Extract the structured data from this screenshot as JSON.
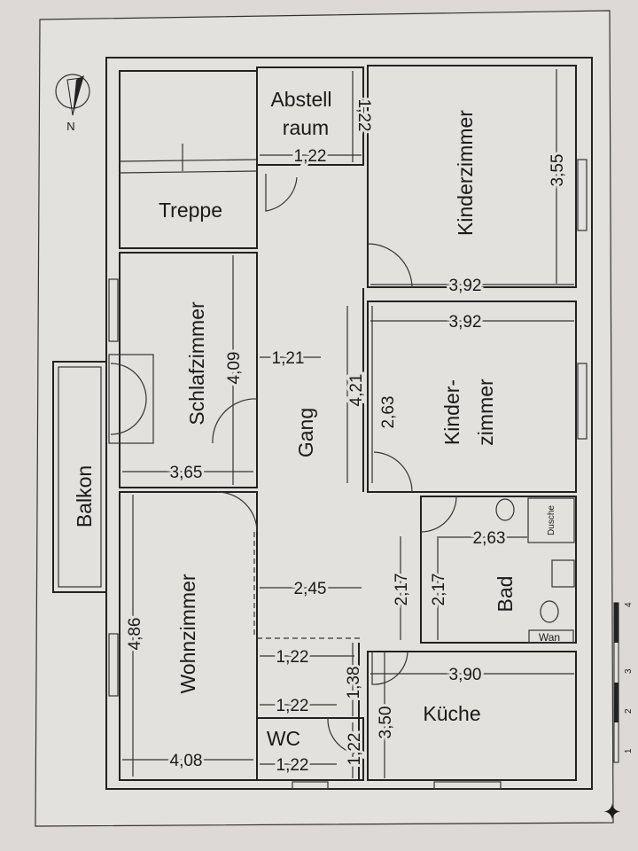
{
  "plan": {
    "compass_label": "N",
    "rooms": {
      "treppe": "Treppe",
      "abstell_1": "Abstell",
      "abstell_2": "raum",
      "kinderzimmer_1": "Kinderzimmer",
      "schlafzimmer": "Schlafzimmer",
      "gang": "Gang",
      "kinderzimmer_2a": "Kinder-",
      "kinderzimmer_2b": "zimmer",
      "balkon": "Balkon",
      "wohnzimmer": "Wohnzimmer",
      "bad": "Bad",
      "kueche": "Küche",
      "wc": "WC",
      "dusche": "Dusche",
      "wanne": "Wan"
    },
    "dimensions": {
      "abstell_w": "1,22",
      "abstell_h": "1,22",
      "kinder1_h": "3,55",
      "kinder1_w": "3,92",
      "kinder2_w": "3,92",
      "kinder2_h": "2,63",
      "schlaf_h": "4,09",
      "schlaf_w": "3,65",
      "gang_w": "1,21",
      "gang_h": "4,21",
      "wohn_h": "4,86",
      "wohn_w": "4,08",
      "flur_w": "2,45",
      "flur_h": "2,17",
      "bad_h": "2,17",
      "bad_w": "2,63",
      "kueche_w": "3,90",
      "kueche_h": "3,50",
      "vorraum_w": "1,22",
      "vorraum_h": "1,38",
      "vorraum2_w": "1,22",
      "wc_w": "1,22",
      "wc_h": "1,22"
    },
    "scale_labels": [
      "1",
      "2",
      "3",
      "4"
    ]
  }
}
